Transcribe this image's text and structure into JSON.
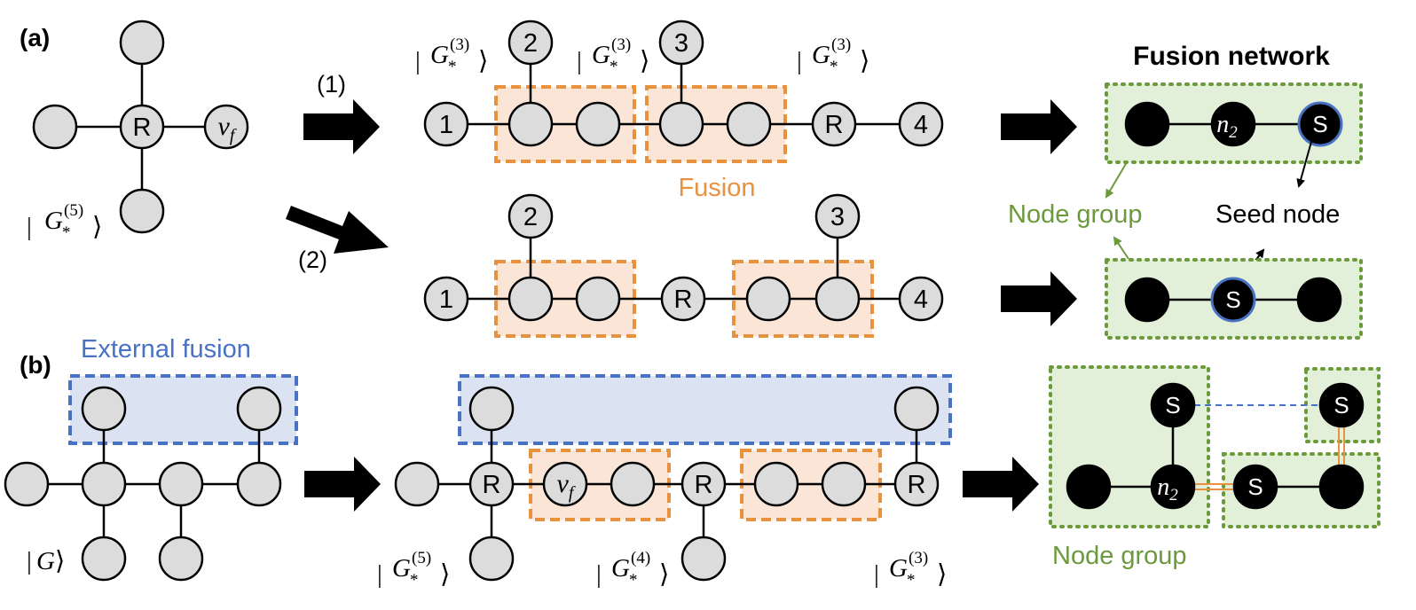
{
  "panels": {
    "a": "(a)",
    "b": "(b)"
  },
  "steps": {
    "one": "(1)",
    "two": "(2)"
  },
  "node_labels": {
    "R": "R",
    "S": "S",
    "one": "1",
    "two": "2",
    "three": "3",
    "four": "4"
  },
  "math": {
    "vf_base": "v",
    "vf_sub": "f",
    "n2_base": "n",
    "n2_sub": "2"
  },
  "kets": {
    "g5": {
      "base": "G",
      "sub": "*",
      "sup": "(5)"
    },
    "g4": {
      "base": "G",
      "sub": "*",
      "sup": "(4)"
    },
    "g3": {
      "base": "G",
      "sub": "*",
      "sup": "(3)"
    },
    "g": {
      "base": "G"
    }
  },
  "labels": {
    "fusion": "Fusion",
    "fusion_network": "Fusion network",
    "node_group": "Node group",
    "seed_node": "Seed node",
    "external_fusion": "External fusion"
  },
  "colors": {
    "fusion_orange": "#e8913f",
    "external_blue": "#4a72c4",
    "node_group_green": "#6b9a3a",
    "node_fill": "#dcdcdc"
  }
}
